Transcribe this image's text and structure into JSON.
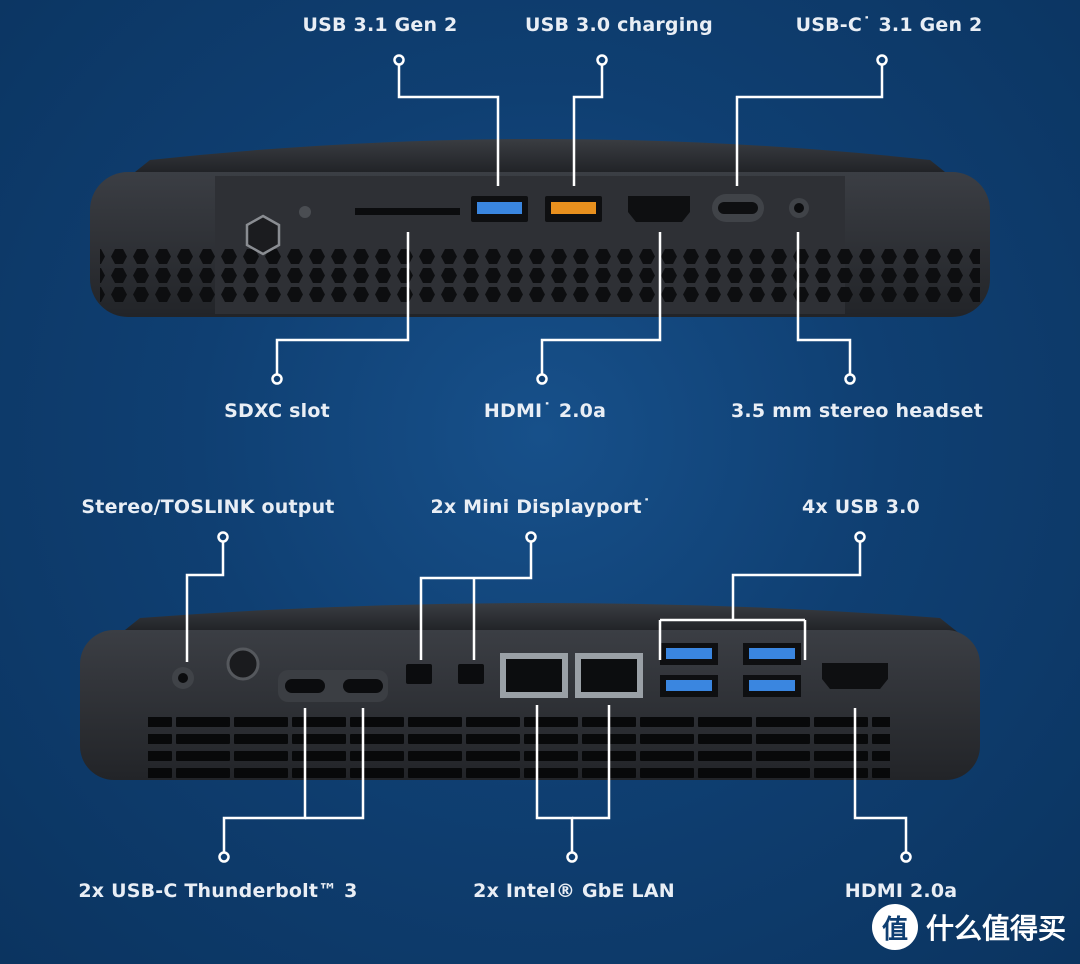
{
  "front_panel": {
    "top_labels": [
      {
        "id": "usb31-gen2",
        "text": "USB 3.1 Gen 2"
      },
      {
        "id": "usb30-charging",
        "text": "USB 3.0 charging"
      },
      {
        "id": "usbc31-gen2",
        "text": "USB-C˙ 3.1 Gen 2"
      }
    ],
    "bottom_labels": [
      {
        "id": "sdxc-slot",
        "text": "SDXC slot"
      },
      {
        "id": "hdmi-20a-front",
        "text": "HDMI˙ 2.0a"
      },
      {
        "id": "stereo-headset",
        "text": "3.5 mm stereo headset"
      }
    ]
  },
  "rear_panel": {
    "top_labels": [
      {
        "id": "toslink-output",
        "text": "Stereo/TOSLINK output"
      },
      {
        "id": "mini-displayport",
        "text": "2x Mini Displayport˙"
      },
      {
        "id": "usb30-x4",
        "text": "4x USB 3.0"
      }
    ],
    "bottom_labels": [
      {
        "id": "thunderbolt3",
        "text": "2x USB-C Thunderbolt™ 3"
      },
      {
        "id": "gbe-lan",
        "text": "2x Intel® GbE LAN"
      },
      {
        "id": "hdmi-20a-rear",
        "text": "HDMI 2.0a"
      }
    ]
  },
  "watermark": {
    "logo_glyph": "值",
    "text": "什么值得买"
  },
  "colors": {
    "background": "#0f3f72",
    "device": "#2a2c30",
    "usb_blue": "#3a86e0",
    "usb_orange": "#e8901e",
    "leader_line": "#ffffff"
  }
}
